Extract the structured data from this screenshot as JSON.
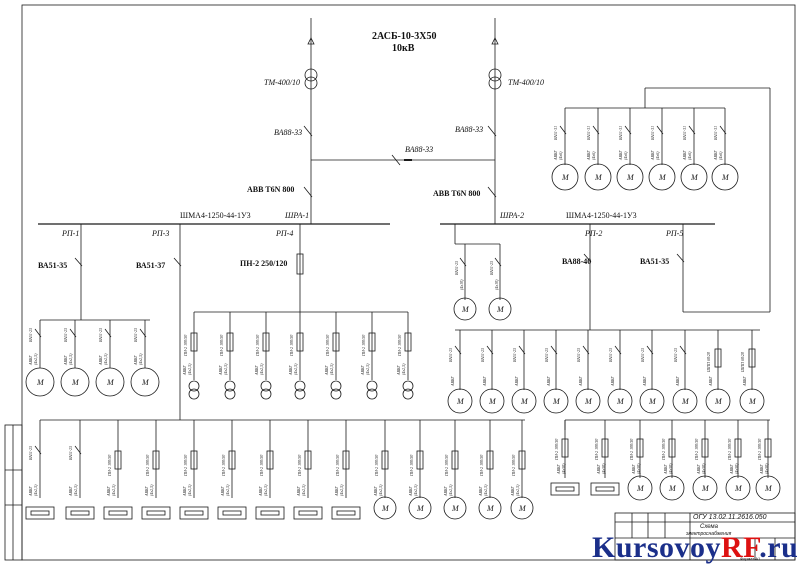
{
  "title": {
    "line1": "2АСБ-10-3Х50",
    "line2": "10кВ"
  },
  "transformers": [
    "ТМ-400/10",
    "ТМ-400/10"
  ],
  "breakers_main": [
    "ВА88-33",
    "ВА88-33"
  ],
  "sectional_breaker": "ВА88-33",
  "abb": [
    "ABB T6N 800",
    "ABB T6N 800"
  ],
  "busbars": [
    {
      "name": "ШМА4-1250-44-1У3",
      "section": "ШРА-1"
    },
    {
      "name": "ШМА4-1250-44-1У3",
      "section": "ШРА-2"
    }
  ],
  "distribution_points": [
    "РП-1",
    "РП-3",
    "РП-4",
    "РП-2",
    "РП-5"
  ],
  "feeder_breakers": [
    "ВА51-35",
    "ВА51-37",
    "ПН-2 250/120",
    "ВА88-40",
    "ВА51-35"
  ],
  "motor_symbol": "М",
  "small_labels": {
    "breaker": "ВА51-31",
    "breaker_25": "ВА51-25",
    "cable": "АВВГ",
    "cable_size": "(4x2,5)",
    "cable_size_b": "(4x10)",
    "cable_size_c": "(4x6)",
    "cable_size_d": "(4x50)",
    "fuse": "ПН-2 100/50",
    "fuse2": "ПН-2 100/30",
    "fuse3": "ШПП 60/20",
    "fuse4": "ПН-2 250/120"
  },
  "title_block": {
    "code": "ОГУ 13.02.11.2616.050",
    "name": "Схема",
    "subtitle": "электроснабжения",
    "format": "Формат А1"
  },
  "watermark": {
    "part1": "Kursovoy",
    "part2": "RF",
    "part3": ".ru"
  },
  "colors": {
    "line": "#1a1a1a",
    "logo_blue": "#1b2f8a",
    "logo_red": "#dd1111"
  }
}
